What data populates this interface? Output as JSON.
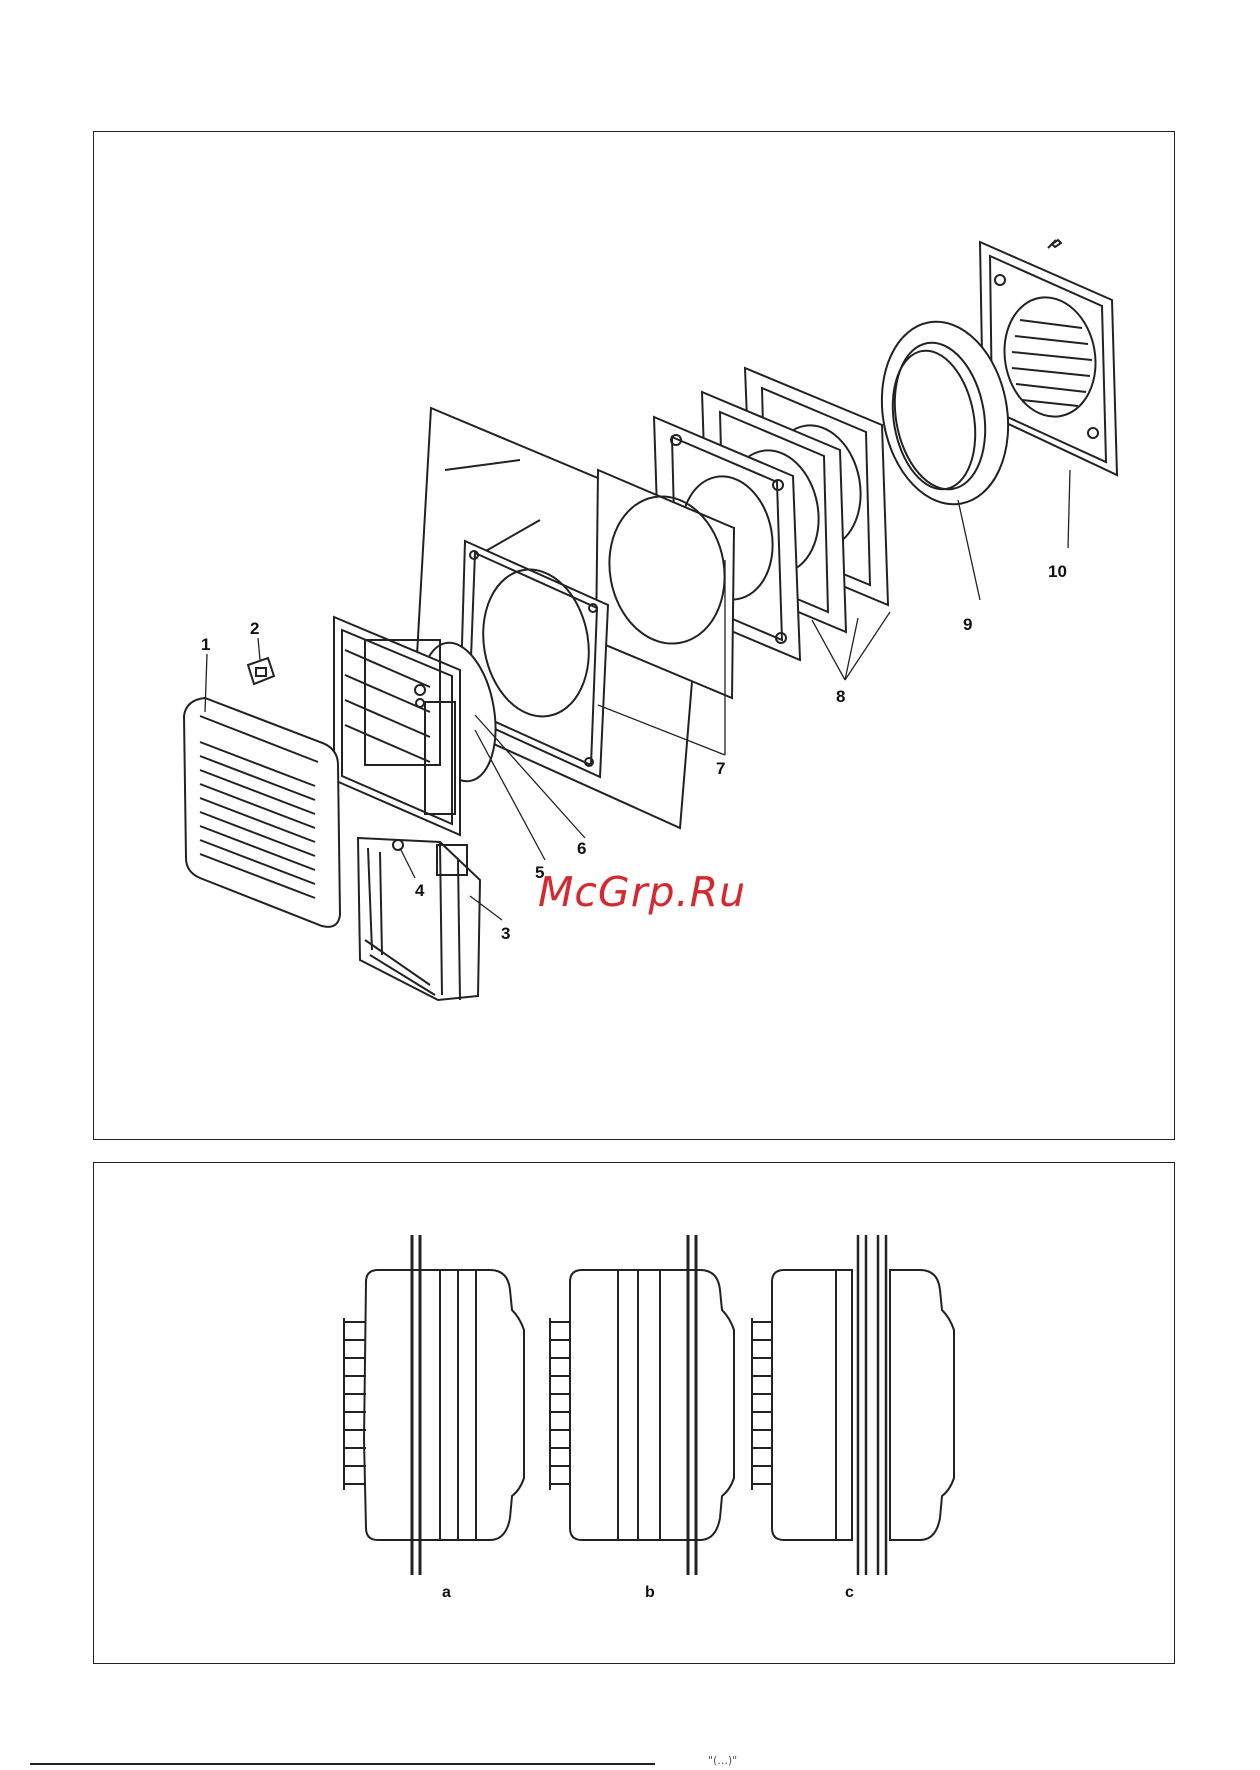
{
  "labels": {
    "l1": "1",
    "l2": "2",
    "l3": "3",
    "l4": "4",
    "l5": "5",
    "l6": "6",
    "l7": "7",
    "l8": "8",
    "l9": "9",
    "l10": "10"
  },
  "variants": {
    "a": "a",
    "b": "b",
    "c": "c"
  },
  "watermark": "McGrp.Ru",
  "footer_text": "\"(...)\"",
  "colors": {
    "line": "#222222",
    "watermark": "#d5282f"
  }
}
